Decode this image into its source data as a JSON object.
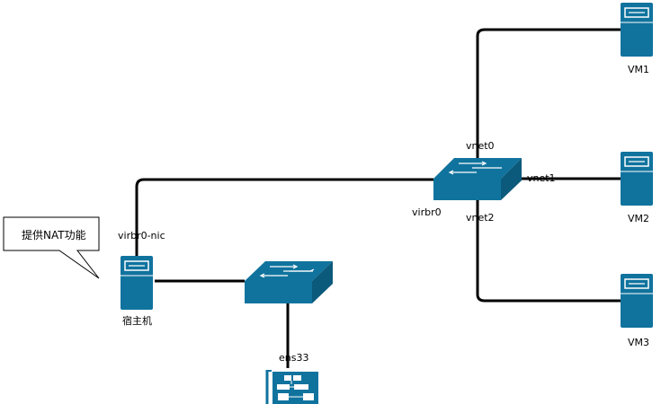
{
  "callout": {
    "text": "提供NAT功能"
  },
  "host": {
    "label": "宿主机",
    "iface_label": "virbr0-nic"
  },
  "physical_nic": {
    "label": "ens33"
  },
  "bridge": {
    "label": "virbr0",
    "ports": [
      "vnet0",
      "vnet1",
      "vnet2"
    ]
  },
  "vms": [
    {
      "label": "VM1"
    },
    {
      "label": "VM2"
    },
    {
      "label": "VM3"
    }
  ],
  "colors": {
    "device": "#10739e",
    "device_dark": "#0b5a7c",
    "line": "#000000"
  }
}
